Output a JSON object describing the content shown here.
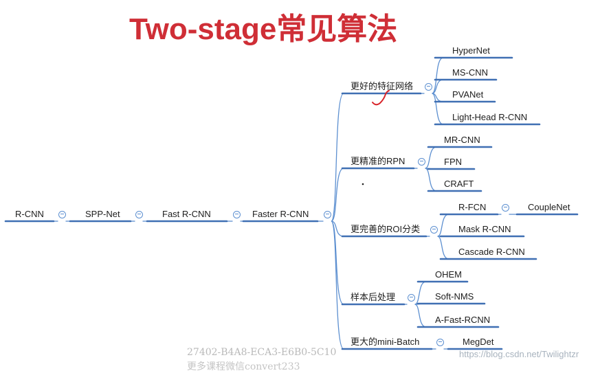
{
  "title": "Two-stage常见算法",
  "mindmap": {
    "chain": [
      "R-CNN",
      "SPP-Net",
      "Fast R-CNN",
      "Faster R-CNN"
    ],
    "branches": [
      {
        "label": "更好的特征网络",
        "children": [
          {
            "label": "HyperNet"
          },
          {
            "label": "MS-CNN"
          },
          {
            "label": "PVANet"
          },
          {
            "label": "Light-Head R-CNN"
          }
        ]
      },
      {
        "label": "更精准的RPN",
        "children": [
          {
            "label": "MR-CNN"
          },
          {
            "label": "FPN"
          },
          {
            "label": "CRAFT"
          }
        ]
      },
      {
        "label": "更完善的ROI分类",
        "children": [
          {
            "label": "R-FCN",
            "children": [
              {
                "label": "CoupleNet"
              }
            ]
          },
          {
            "label": "Mask R-CNN"
          },
          {
            "label": "Cascade R-CNN"
          }
        ]
      },
      {
        "label": "样本后处理",
        "children": [
          {
            "label": "OHEM"
          },
          {
            "label": "Soft-NMS"
          },
          {
            "label": "A-Fast-RCNN"
          }
        ]
      },
      {
        "label": "更大的mini-Batch",
        "children": [
          {
            "label": "MegDet"
          }
        ]
      }
    ]
  },
  "watermark": {
    "code": "27402-B4A8-ECA3-E6B0-5C10",
    "sub": "更多课程微信convert233",
    "url": "https://blog.csdn.net/Twilightzr"
  },
  "colors": {
    "title": "#cf2e36",
    "line": "#5c8fd0",
    "underline": "#3f6fb3",
    "annotation": "#d8242a"
  }
}
